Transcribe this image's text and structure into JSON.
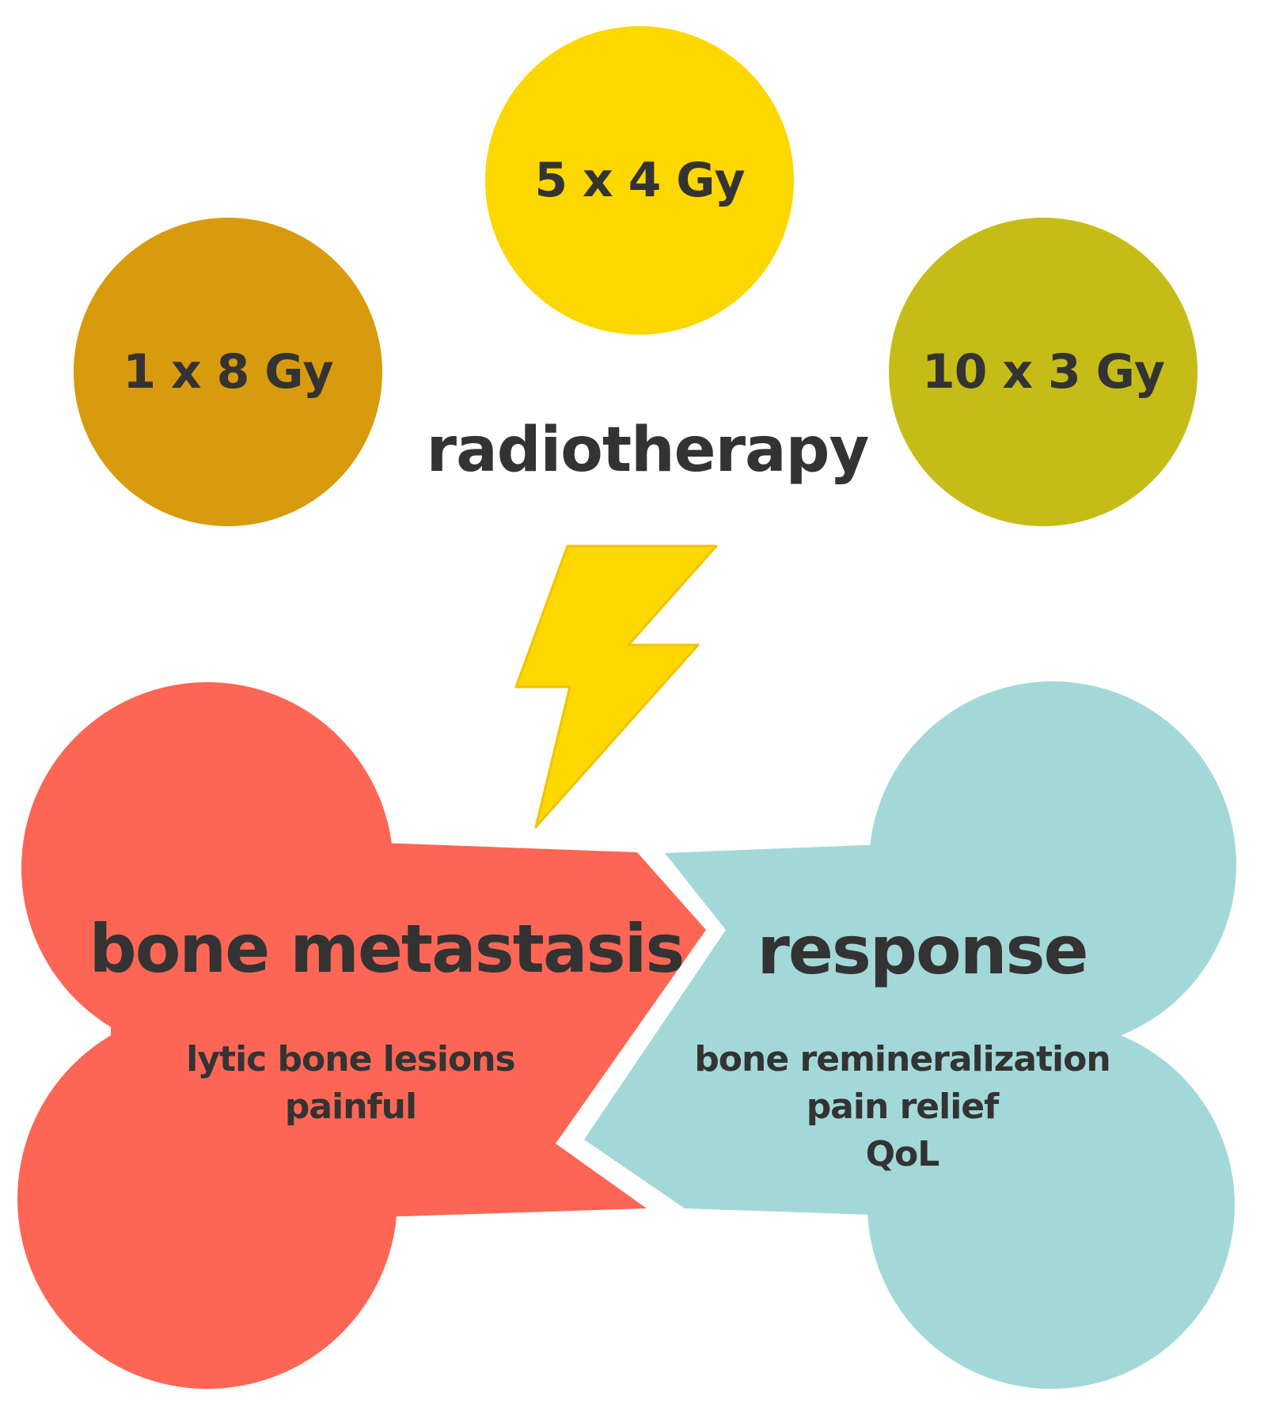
{
  "doses": [
    {
      "label": "1 x 8 Gy",
      "color": "#D89B0D"
    },
    {
      "label": "5 x 4 Gy",
      "color": "#FDD700"
    },
    {
      "label": "10 x 3 Gy",
      "color": "#C6BC17"
    }
  ],
  "center_label": "radiotherapy",
  "bolt_color": "#FDD700",
  "metastasis": {
    "title": "bone metastasis",
    "lines": [
      "lytic bone lesions",
      "painful"
    ],
    "color": "#FD6655"
  },
  "response": {
    "title": "response",
    "lines": [
      "bone remineralization",
      "pain relief",
      "QoL"
    ],
    "color": "#A3D8D8"
  }
}
